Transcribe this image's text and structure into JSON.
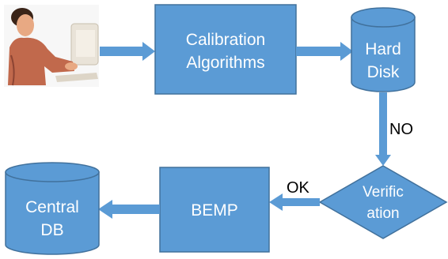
{
  "nodes": {
    "calibration": {
      "lines": [
        "Calibration",
        "Algorithms"
      ]
    },
    "hard_disk": {
      "lines": [
        "Hard",
        "Disk"
      ]
    },
    "verification": {
      "lines": [
        "Verific",
        "ation"
      ]
    },
    "bemp": {
      "lines": [
        "BEMP"
      ]
    },
    "central_db": {
      "lines": [
        "Central",
        "DB"
      ]
    }
  },
  "edges": {
    "hard_disk_to_verification": "NO",
    "verification_to_bemp": "OK"
  },
  "colors": {
    "shape_fill": "#5b9bd5",
    "shape_stroke": "#41719c",
    "arrow": "#5b9bd5"
  },
  "icons": {
    "operator": "operator-at-computer-clipart"
  }
}
